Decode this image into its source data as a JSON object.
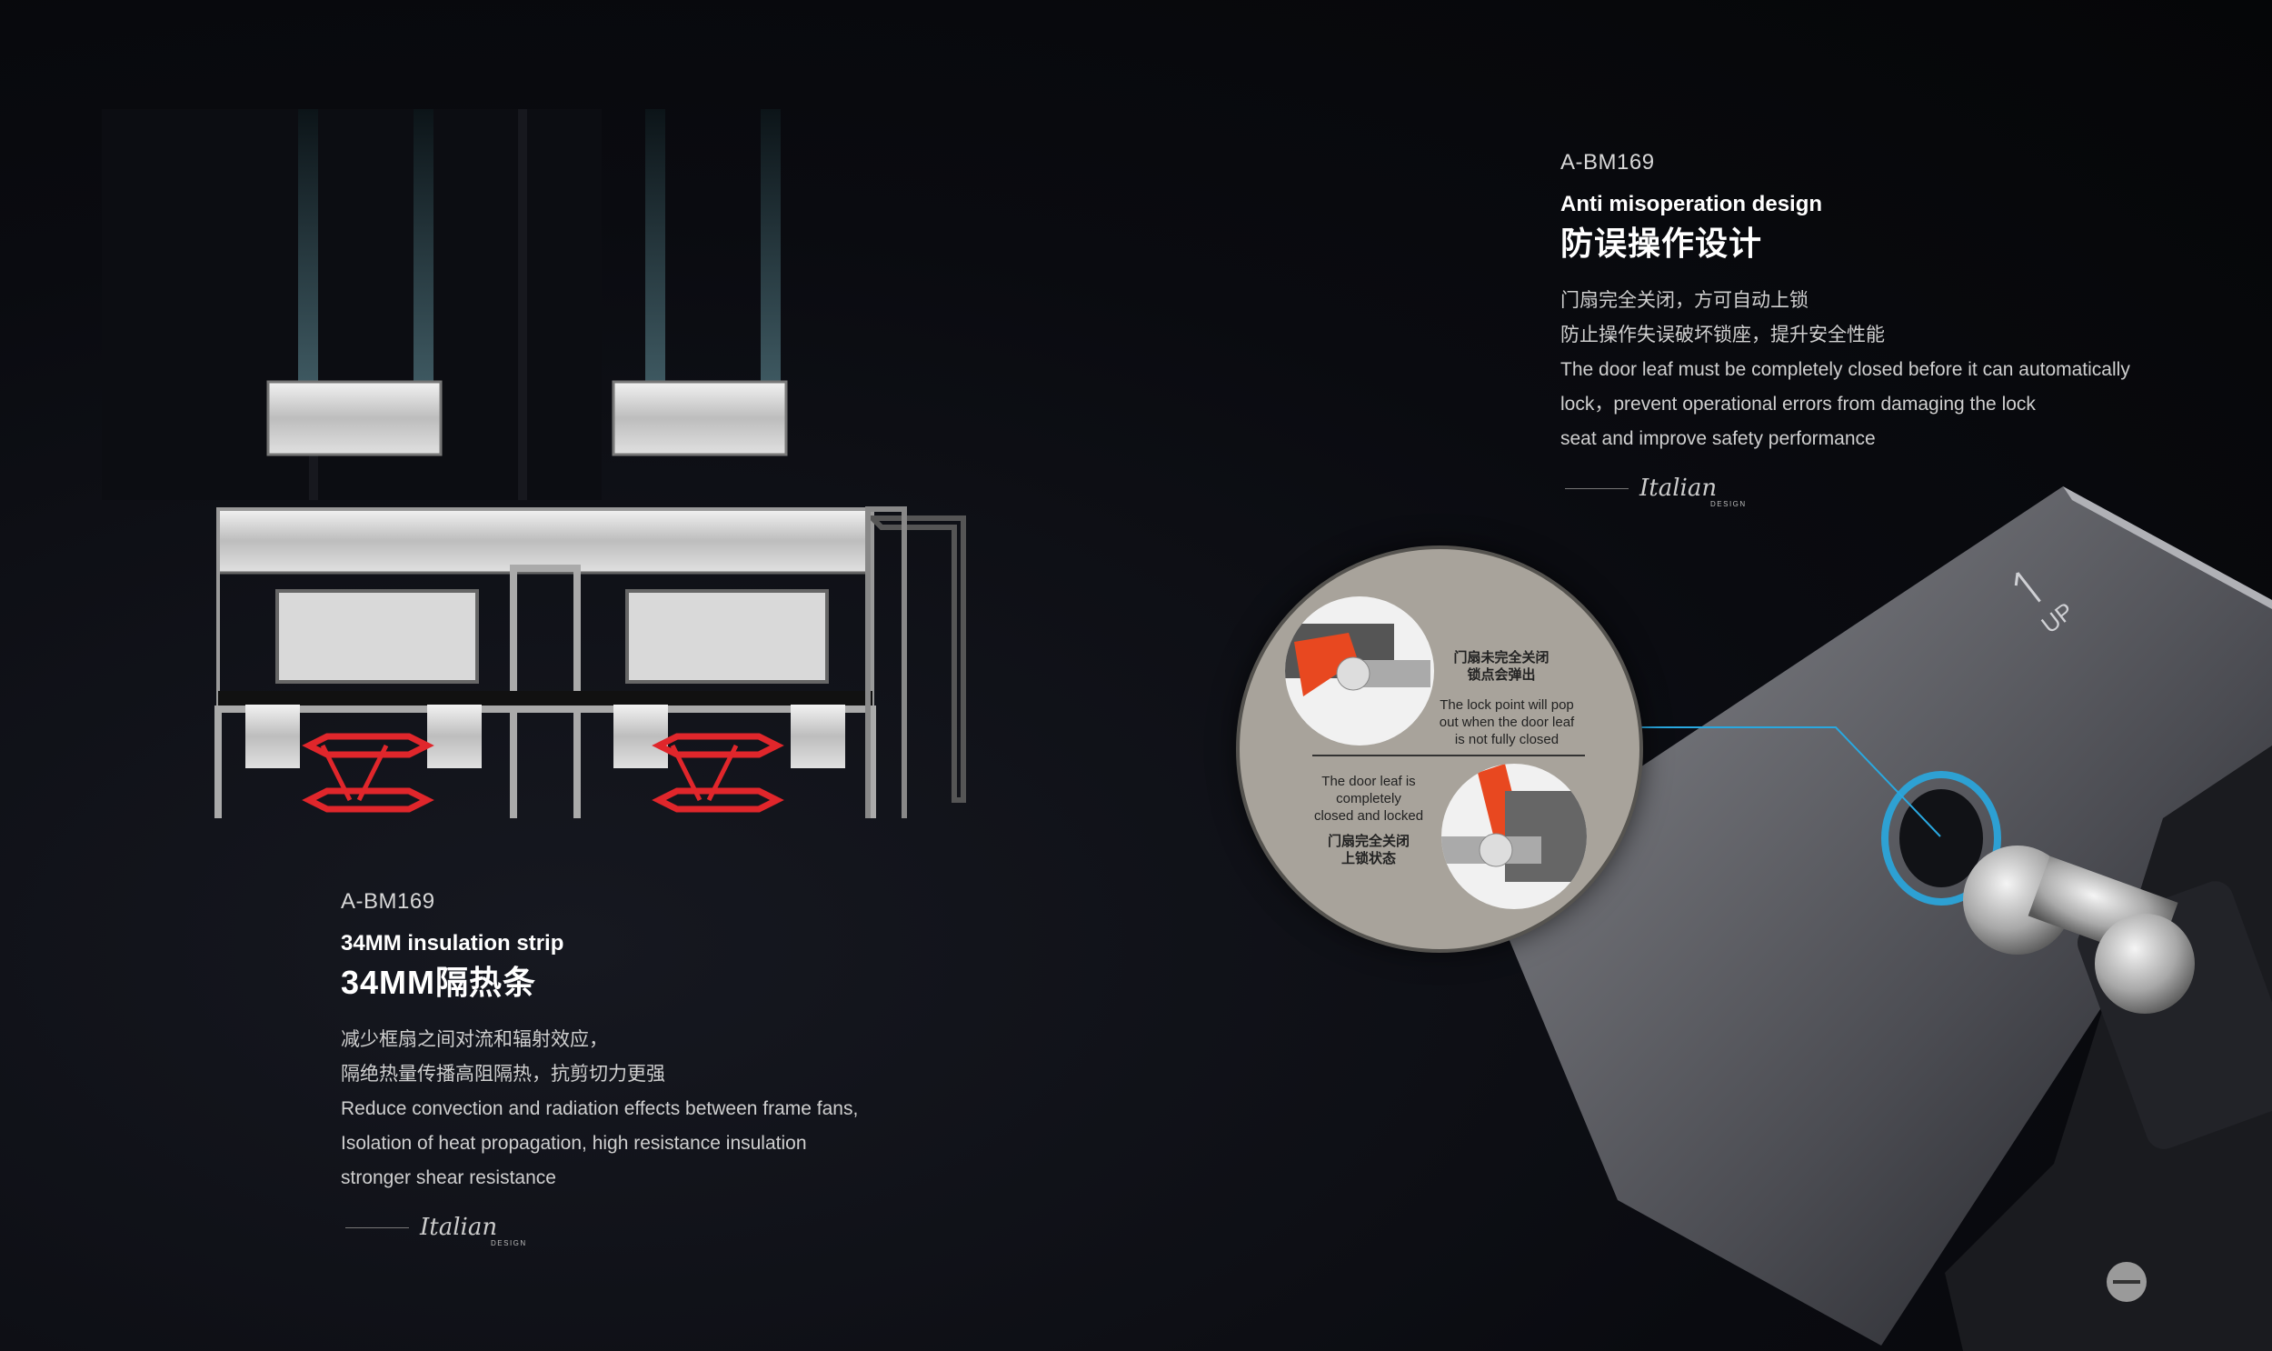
{
  "left": {
    "model": "A-BM169",
    "title_en": "34MM insulation strip",
    "title_cn": "34MM隔热条",
    "desc_lines": [
      "减少框扇之间对流和辐射效应，",
      "隔绝热量传播高阻隔热，抗剪切力更强",
      "Reduce convection and radiation effects between frame fans,",
      "Isolation of heat propagation, high resistance insulation",
      "stronger shear resistance"
    ],
    "signature": "Italian",
    "signature_sub": "DESIGN"
  },
  "right": {
    "model": "A-BM169",
    "title_en": "Anti misoperation design",
    "title_cn": "防误操作设计",
    "desc_lines": [
      "门扇完全关闭，方可自动上锁",
      "防止操作失误破坏锁座，提升安全性能",
      "The door leaf must be completely closed before it can automatically",
      "lock，prevent operational errors from damaging the lock",
      "seat and improve safety performance"
    ],
    "signature": "Italian",
    "signature_sub": "DESIGN",
    "callout": {
      "top_cn": [
        "门扇未完全关闭",
        "锁点会弹出"
      ],
      "top_en": [
        "The lock point will pop",
        "out when the door leaf",
        "is not fully closed"
      ],
      "bottom_en": [
        "The door leaf is",
        "completely",
        "closed and locked"
      ],
      "bottom_cn": [
        "门扇完全关闭",
        "上锁状态"
      ]
    },
    "hardware_label": "UP"
  },
  "colors": {
    "accent_red": "#e0262b",
    "glow_blue": "#29a8e0",
    "text_main": "#ffffff",
    "text_desc": "#cfcfcf"
  }
}
